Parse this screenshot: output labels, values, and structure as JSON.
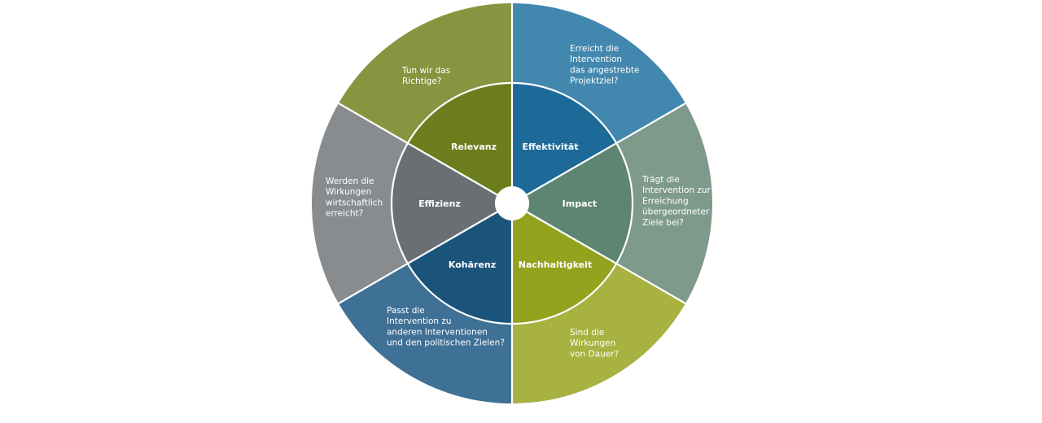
{
  "diagram": {
    "segments": [
      {
        "key": "effektivitaet",
        "label": "Effektivität",
        "question": [
          "Erreicht die",
          "Intervention",
          "das angestrebte",
          "Projektziel?"
        ],
        "inner_color": "#1d6a99",
        "outer_color": "#4287ad"
      },
      {
        "key": "impact",
        "label": "Impact",
        "question": [
          "Trägt die",
          "Intervention zur",
          "Erreichung",
          "übergeordneter",
          "Ziele bei?"
        ],
        "inner_color": "#5e8472",
        "outer_color": "#7e9a8b"
      },
      {
        "key": "nachhaltigkeit",
        "label": "Nachhaltigkeit",
        "question": [
          "Sind die",
          "Wirkungen",
          "von Dauer?"
        ],
        "inner_color": "#93a31e",
        "outer_color": "#a8b241"
      },
      {
        "key": "kohaerenz",
        "label": "Kohärenz",
        "question": [
          "Passt die",
          "Intervention zu",
          "anderen Interventionen",
          "und den politischen Zielen?"
        ],
        "inner_color": "#1b547a",
        "outer_color": "#3f7095"
      },
      {
        "key": "effizienz",
        "label": "Effizienz",
        "question": [
          "Werden die",
          "Wirkungen",
          "wirtschaftlich",
          "erreicht?"
        ],
        "inner_color": "#6a6f74",
        "outer_color": "#898c8f"
      },
      {
        "key": "relevanz",
        "label": "Relevanz",
        "question": [
          "Tun wir das",
          "Richtige?"
        ],
        "inner_color": "#6b7d1d",
        "outer_color": "#889540"
      }
    ]
  }
}
